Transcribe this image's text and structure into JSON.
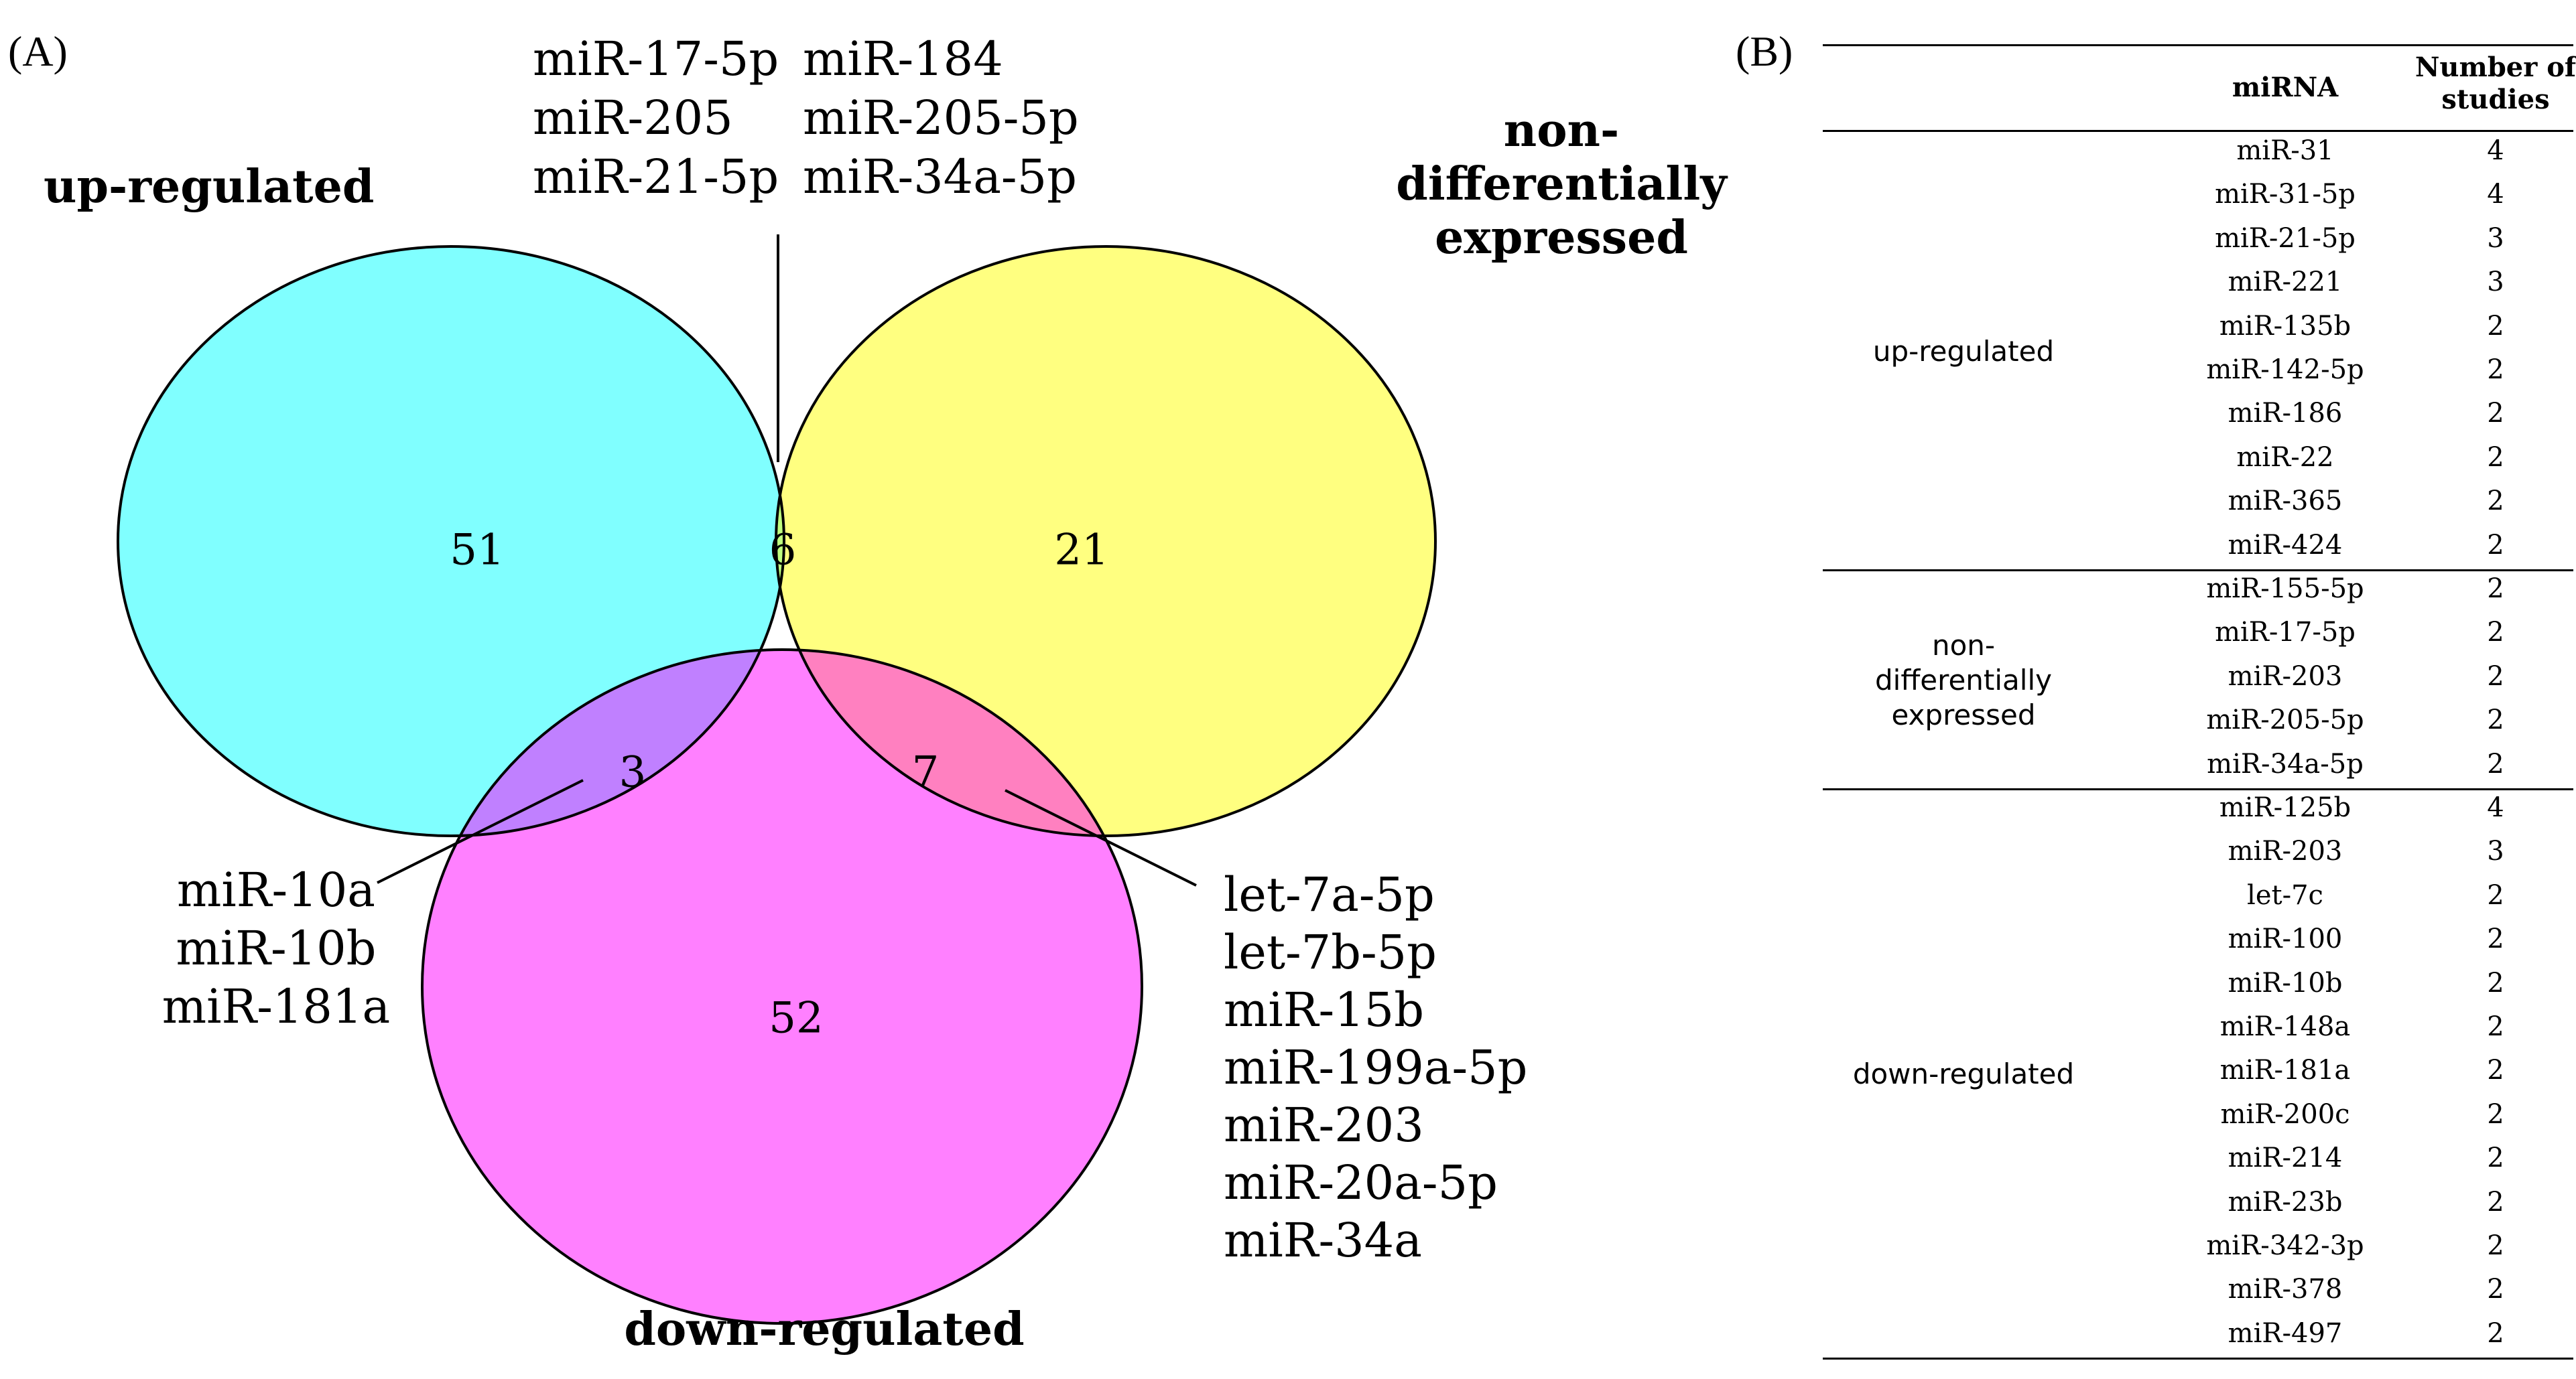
{
  "panel_a_label": "(A)",
  "panel_b_label": "(B)",
  "venn": {
    "sets": [
      {
        "name": "up-regulated",
        "color": "#80ffff",
        "title_lines": [
          "up-regulated"
        ]
      },
      {
        "name": "non-differentially expressed",
        "color": "#ffff80",
        "title_lines": [
          "non-",
          "differentially",
          "expressed"
        ]
      },
      {
        "name": "down-regulated",
        "color": "#ff80ff",
        "title_lines": [
          "down-regulated"
        ]
      }
    ],
    "regions": {
      "up_only": "51",
      "nde_only": "21",
      "down_only": "52",
      "up_nde": "6",
      "up_down": "3",
      "nde_down": "7"
    },
    "region_colors": {
      "up_nde": "#c0ff80",
      "up_down": "#c080ff",
      "nde_down": "#ff80c0"
    },
    "callouts": {
      "up_nde_col1": [
        "miR-17-5p",
        "miR-205",
        "miR-21-5p"
      ],
      "up_nde_col2": [
        "miR-184",
        "miR-205-5p",
        "miR-34a-5p"
      ],
      "up_down": [
        "miR-10a",
        "miR-10b",
        "miR-181a"
      ],
      "nde_down": [
        "let-7a-5p",
        "let-7b-5p",
        "miR-15b",
        "miR-199a-5p",
        "miR-203",
        "miR-20a-5p",
        "miR-34a"
      ]
    }
  },
  "table": {
    "headers": {
      "mirna": "miRNA",
      "studies_line1": "Number of",
      "studies_line2": "studies"
    },
    "groups": [
      {
        "label_lines": [
          "up-regulated"
        ],
        "rows": [
          [
            "miR-31",
            "4"
          ],
          [
            "miR-31-5p",
            "4"
          ],
          [
            "miR-21-5p",
            "3"
          ],
          [
            "miR-221",
            "3"
          ],
          [
            "miR-135b",
            "2"
          ],
          [
            "miR-142-5p",
            "2"
          ],
          [
            "miR-186",
            "2"
          ],
          [
            "miR-22",
            "2"
          ],
          [
            "miR-365",
            "2"
          ],
          [
            "miR-424",
            "2"
          ]
        ]
      },
      {
        "label_lines": [
          "non-",
          "differentially",
          "expressed"
        ],
        "rows": [
          [
            "miR-155-5p",
            "2"
          ],
          [
            "miR-17-5p",
            "2"
          ],
          [
            "miR-203",
            "2"
          ],
          [
            "miR-205-5p",
            "2"
          ],
          [
            "miR-34a-5p",
            "2"
          ]
        ]
      },
      {
        "label_lines": [
          "down-regulated"
        ],
        "rows": [
          [
            "miR-125b",
            "4"
          ],
          [
            "miR-203",
            "3"
          ],
          [
            "let-7c",
            "2"
          ],
          [
            "miR-100",
            "2"
          ],
          [
            "miR-10b",
            "2"
          ],
          [
            "miR-148a",
            "2"
          ],
          [
            "miR-181a",
            "2"
          ],
          [
            "miR-200c",
            "2"
          ],
          [
            "miR-214",
            "2"
          ],
          [
            "miR-23b",
            "2"
          ],
          [
            "miR-342-3p",
            "2"
          ],
          [
            "miR-378",
            "2"
          ],
          [
            "miR-497",
            "2"
          ]
        ]
      }
    ]
  }
}
